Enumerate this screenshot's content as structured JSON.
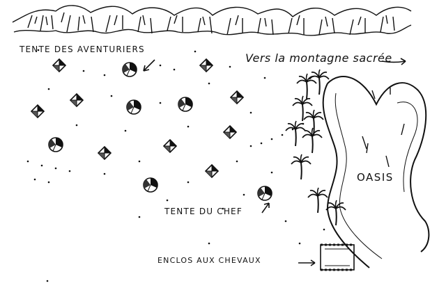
{
  "labels": {
    "adventurers_tent": "TENTE DES AVENTURIERS",
    "sacred_mountain": "Vers la montagne sacrée",
    "chief_tent": "TENTE DU CHEF",
    "oasis": "OASIS",
    "horse_enclosure": "ENCLOS AUX CHEVAUX"
  },
  "colors": {
    "ink": "#111111",
    "paper": "#ffffff"
  },
  "icons": {
    "tent": "tent-icon",
    "palm": "palm-tree-icon",
    "arrow": "arrow-icon",
    "mountains": "mountain-ridge-icon",
    "enclosure": "horse-enclosure-icon"
  }
}
